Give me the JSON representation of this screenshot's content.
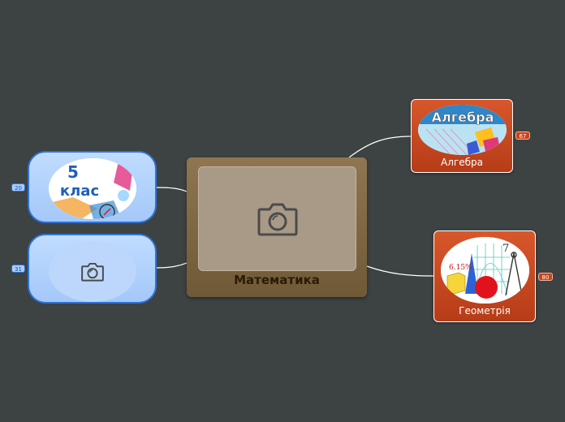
{
  "canvas": {
    "background": "#3d4242"
  },
  "central": {
    "label": "Математика",
    "image_icon": "camera-icon"
  },
  "topics": [
    {
      "id": "algebra",
      "label": "Алгебра",
      "image_text": "Алгебра",
      "count": "67",
      "color": "#cc4a20"
    },
    {
      "id": "geometry",
      "label": "Геометрія",
      "image_text": [
        "6.15%",
        "7"
      ],
      "count": "80",
      "color": "#cc4a20"
    },
    {
      "id": "grade5",
      "image_text": [
        "5",
        "клас"
      ],
      "count": "20",
      "color": "#b3d3fb"
    },
    {
      "id": "empty",
      "image_icon": "camera-icon",
      "count": "31",
      "color": "#b3d3fb"
    }
  ]
}
